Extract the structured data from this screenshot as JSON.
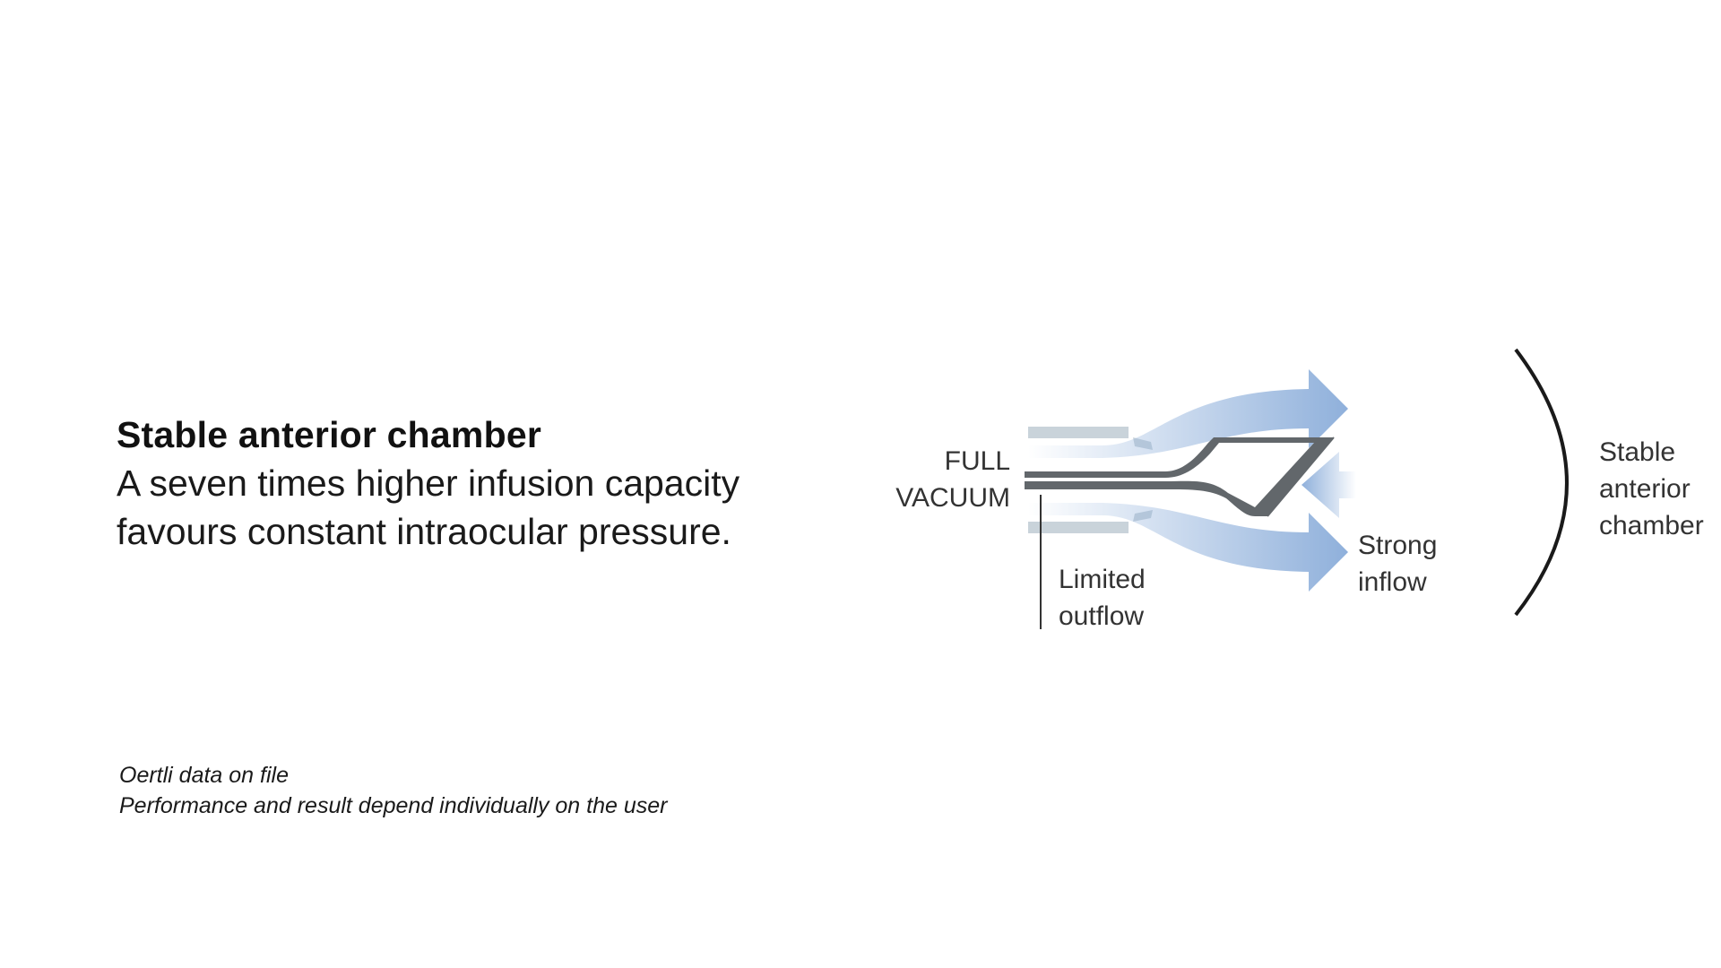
{
  "headline": {
    "title": "Stable anterior chamber",
    "body_line1": "A seven times higher infusion capacity",
    "body_line2": "favours constant intraocular pressure."
  },
  "footnote": {
    "line1": "Oertli data on file",
    "line2": "Performance and result depend individually on the user"
  },
  "diagram": {
    "vacuum_line1": "FULL",
    "vacuum_line2": "VACUUM",
    "outflow_line1": "Limited",
    "outflow_line2": "outflow",
    "inflow_line1": "Strong",
    "inflow_line2": "inflow",
    "chamber_line1": "Stable",
    "chamber_line2": "anterior",
    "chamber_line3": "chamber",
    "colors": {
      "flow_blue": "#8fb0db",
      "sleeve_gray": "#c9d3da",
      "tip_gray": "#62676b",
      "chamber_arc": "#1a1a1a"
    }
  }
}
